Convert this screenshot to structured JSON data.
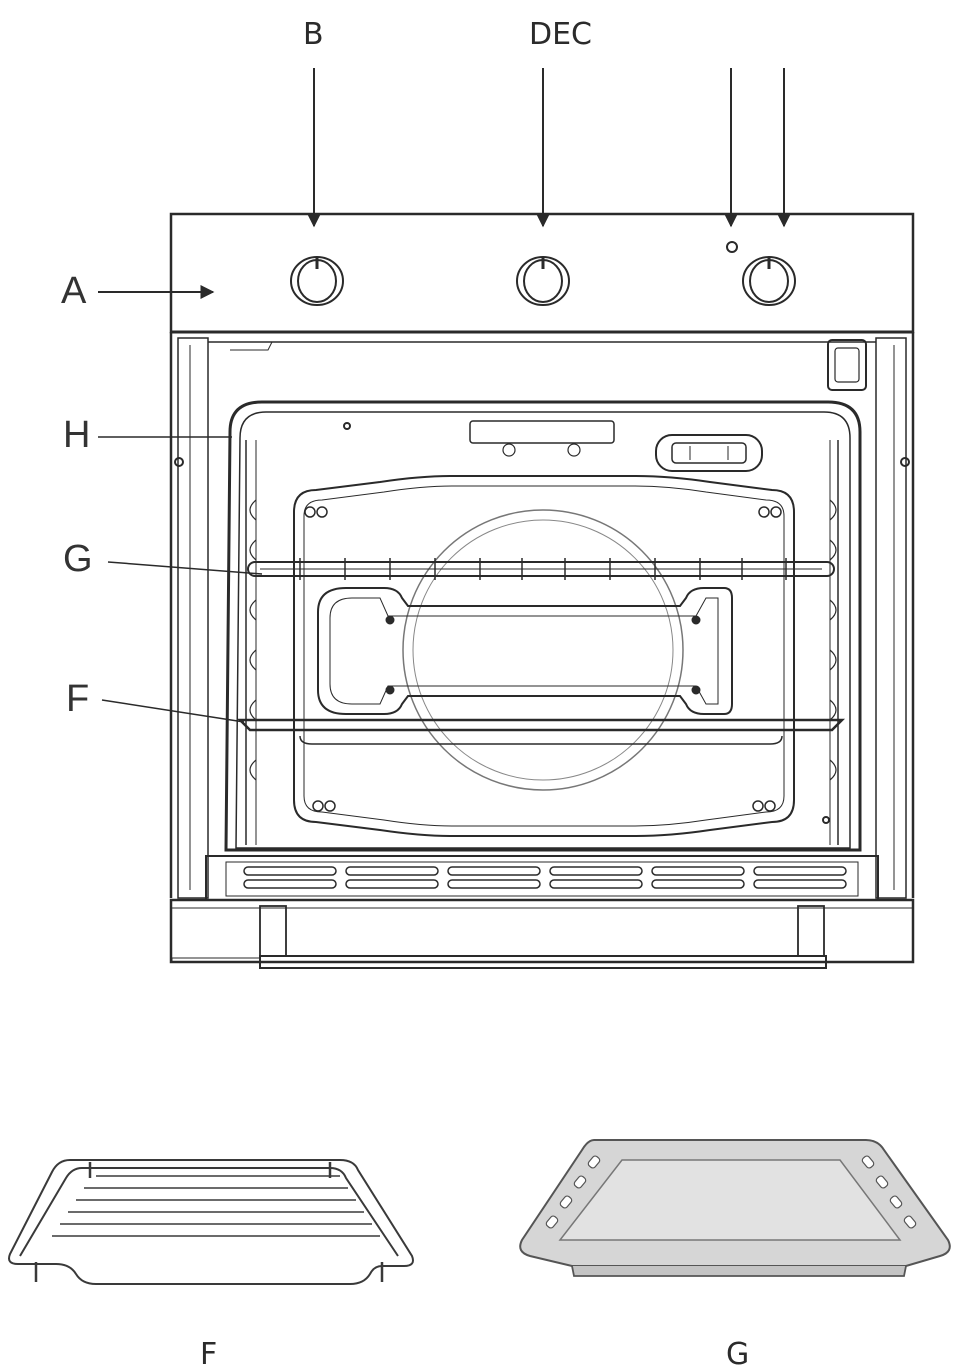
{
  "labels": {
    "top": {
      "b": "B",
      "dec": "DEC"
    },
    "side": {
      "a": "A",
      "h": "H",
      "g": "G",
      "f": "F"
    },
    "accessories": {
      "f": "F",
      "g": "G"
    }
  },
  "colors": {
    "line": "#2a2a2a",
    "tray_fill": "#d9d9d9",
    "tray_rim": "#bfbfbf"
  }
}
